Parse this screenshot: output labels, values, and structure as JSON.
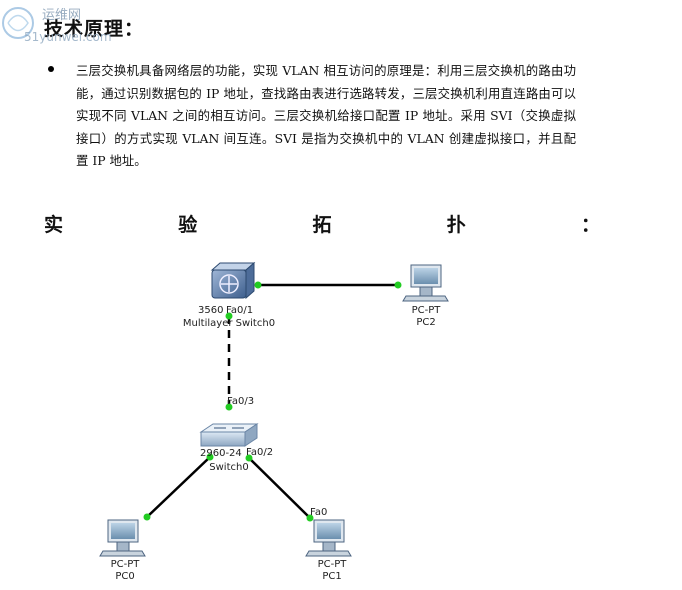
{
  "heading": "技术原理：",
  "paragraph": "三层交换机具备网络层的功能，实现 VLAN 相互访问的原理是：利用三层交换机的路由功能，通过识别数据包的 IP 地址，查找路由表进行选路转发，三层交换机利用直连路由可以实现不同 VLAN 之间的相互访问。三层交换机给接口配置 IP 地址。采用 SVI（交换虚拟接口）的方式实现 VLAN 间互连。SVI 是指为交换机中的 VLAN 创建虚拟接口，并且配置 IP 地址。",
  "topology_title": {
    "chars": [
      "实",
      "验",
      "拓",
      "扑",
      "："
    ]
  },
  "diagram": {
    "multilayer_switch": {
      "model": "3560",
      "name": "Multilayer Switch0",
      "port_down": "Fa0/1"
    },
    "switch": {
      "model": "2960-24",
      "name": "Switch0",
      "port_up": "Fa0/3",
      "port_right": "Fa0/2"
    },
    "pc2": {
      "type": "PC-PT",
      "name": "PC2"
    },
    "pc0": {
      "type": "PC-PT",
      "name": "PC0"
    },
    "pc1": {
      "type": "PC-PT",
      "name": "PC1",
      "port": "Fa0"
    },
    "link_color": "#000000",
    "link_up_color": "#22cc22"
  },
  "watermark": {
    "line1": "运维网",
    "line2": "51yunwei.com"
  }
}
